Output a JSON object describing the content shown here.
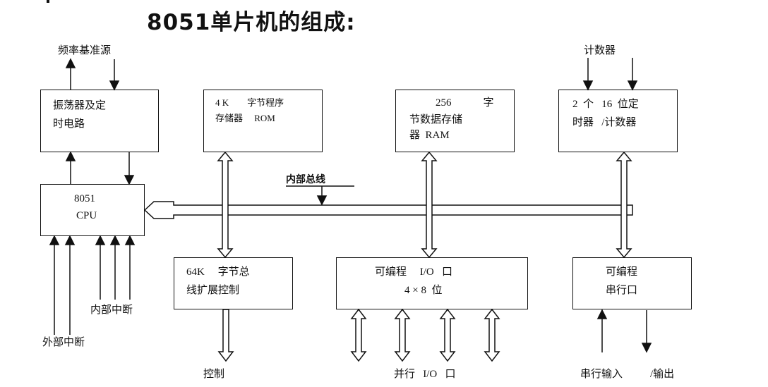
{
  "title": "8051单片机的组成:",
  "blocks": {
    "oscillator": {
      "line1": "振荡器及定",
      "line2": "时电路"
    },
    "rom": {
      "line1": "4 K        字节程序",
      "line2": "存储器     ROM"
    },
    "ram": {
      "line1": "256            字",
      "line2": "节数据存储",
      "line3": "器  RAM"
    },
    "timer": {
      "line1": "2  个   16  位定",
      "line2": "时器   /计数器"
    },
    "cpu": {
      "line1": "8051",
      "line2": "CPU"
    },
    "bus_ctrl": {
      "line1": "64K     字节总",
      "line2": "线扩展控制"
    },
    "io": {
      "line1": "可编程     I/O   口",
      "line2": "4 × 8  位"
    },
    "serial": {
      "line1": "可编程",
      "line2": "串行口"
    }
  },
  "labels": {
    "freq_ref": "频率基准源",
    "counter": "计数器",
    "internal_bus": "内部总线",
    "internal_int": "内部中断",
    "external_int": "外部中断",
    "control": "控制",
    "parallel_io": "并行   I/O   口",
    "serial_in": "串行输入",
    "serial_out": "/输出"
  }
}
